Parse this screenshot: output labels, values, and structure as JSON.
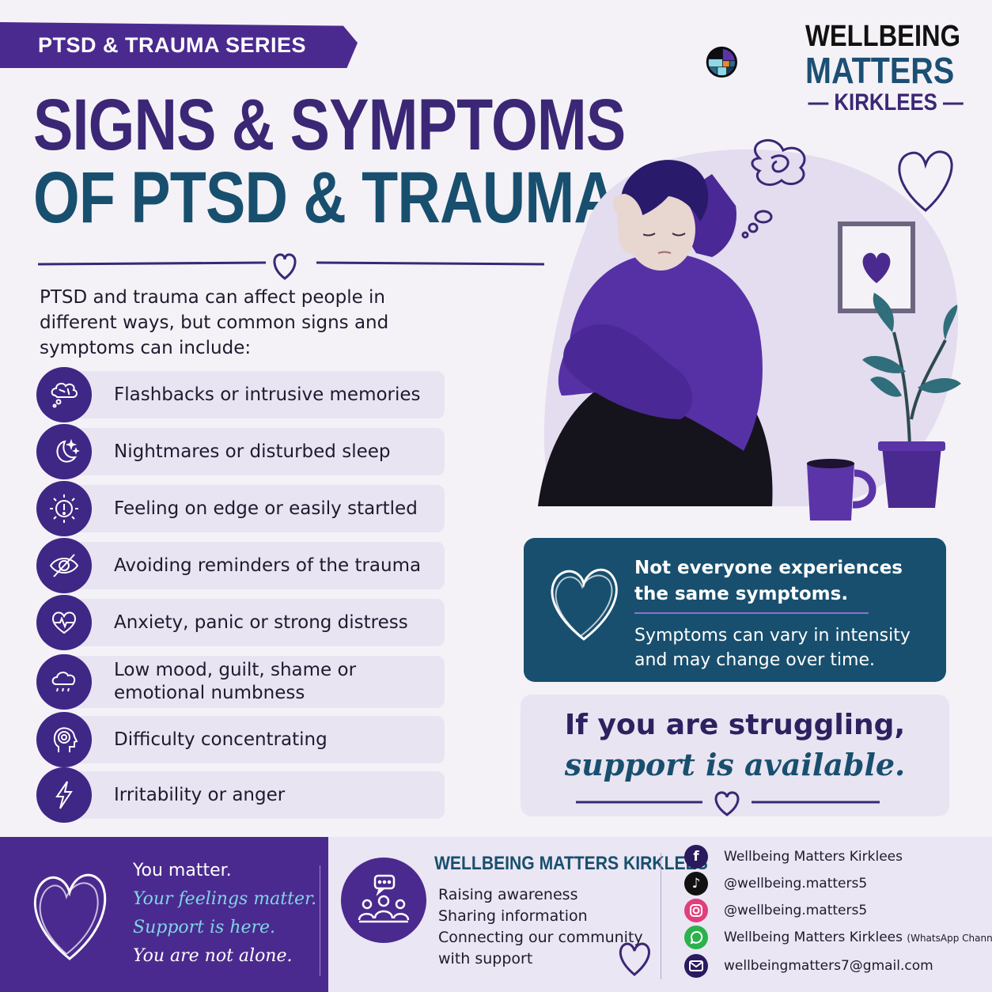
{
  "series_banner": "PTSD & TRAUMA SERIES",
  "title": {
    "line1": "SIGNS & SYMPTOMS",
    "line2": "OF PTSD & TRAUMA"
  },
  "intro": "PTSD and trauma can affect people in different ways, but common signs and symptoms can include:",
  "symptoms": [
    {
      "label": "Flashbacks or intrusive memories",
      "icon": "brain-cloud-icon"
    },
    {
      "label": "Nightmares or disturbed sleep",
      "icon": "moon-stars-icon"
    },
    {
      "label": "Feeling on edge or easily startled",
      "icon": "alert-burst-icon"
    },
    {
      "label": "Avoiding reminders of the trauma",
      "icon": "eye-slash-icon"
    },
    {
      "label": "Anxiety, panic or strong distress",
      "icon": "heartbeat-icon"
    },
    {
      "label": "Low mood, guilt, shame or emotional numbness",
      "icon": "rain-cloud-icon"
    },
    {
      "label": "Difficulty concentrating",
      "icon": "head-target-icon"
    },
    {
      "label": "Irritability or anger",
      "icon": "lightning-icon"
    }
  ],
  "logo": {
    "line1": "WELLBEING",
    "line2": "MATTERS",
    "line3": "— KIRKLEES —"
  },
  "info_box": {
    "heading": "Not everyone experiences the same symptoms.",
    "body": "Symptoms can vary in intensity and may change over time."
  },
  "support_box": {
    "line1": "If you are struggling,",
    "line2": "support is available."
  },
  "footer_left": {
    "line1": "You matter.",
    "line2": "Your feelings matter.",
    "line3": "Support is here.",
    "line4": "You are not alone."
  },
  "footer_mid": {
    "org_name": "WELLBEING MATTERS KIRKLEES",
    "lines": [
      "Raising awareness",
      "Sharing information",
      "Connecting our community",
      "with support"
    ]
  },
  "socials": {
    "facebook": "Wellbeing Matters Kirklees",
    "tiktok": "@wellbeing.matters5",
    "instagram": "@wellbeing.matters5",
    "whatsapp": "Wellbeing Matters Kirklees",
    "whatsapp_note": "(WhatsApp Channel)",
    "email": "wellbeingmatters7@gmail.com"
  },
  "colors": {
    "purple": "#4b2a8f",
    "deep_purple": "#3b2775",
    "teal": "#184f6e",
    "light_lavender": "#e9e4f2"
  }
}
